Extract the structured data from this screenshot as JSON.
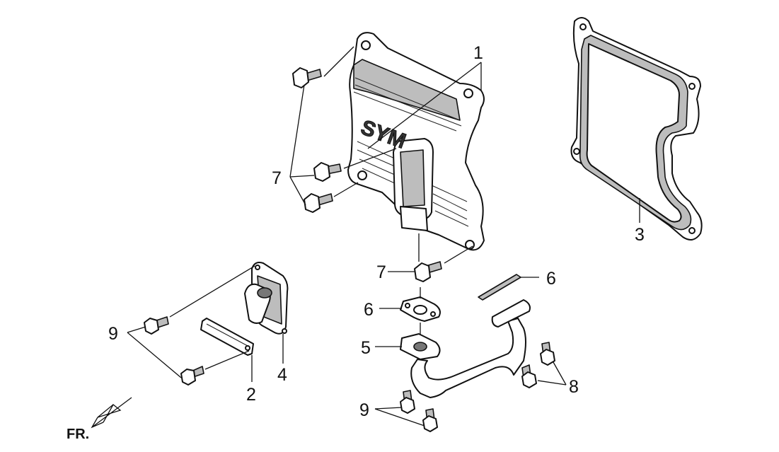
{
  "callouts": [
    {
      "id": "c1",
      "text": "1"
    },
    {
      "id": "c2",
      "text": "2"
    },
    {
      "id": "c3",
      "text": "3"
    },
    {
      "id": "c4",
      "text": "4"
    },
    {
      "id": "c5",
      "text": "5"
    },
    {
      "id": "c6a",
      "text": "6"
    },
    {
      "id": "c6b",
      "text": "6"
    },
    {
      "id": "c7a",
      "text": "7"
    },
    {
      "id": "c7b",
      "text": "7"
    },
    {
      "id": "c8",
      "text": "8"
    },
    {
      "id": "c9a",
      "text": "9"
    },
    {
      "id": "c9b",
      "text": "9"
    }
  ],
  "front_indicator": "FR.",
  "cover_logo": "SYM"
}
